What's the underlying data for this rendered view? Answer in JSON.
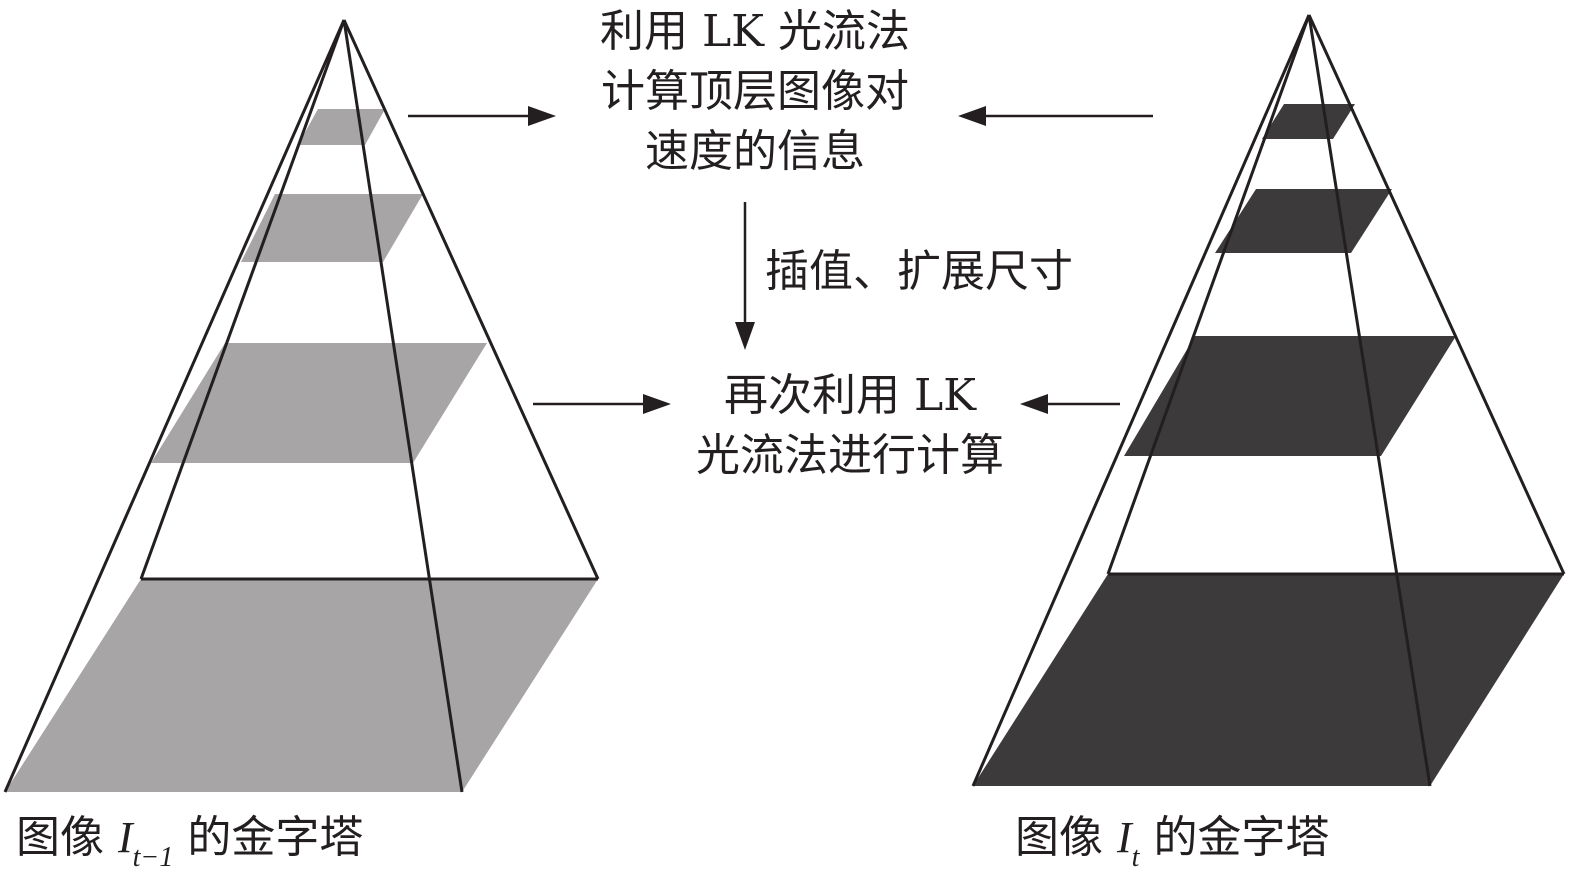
{
  "top_box": {
    "lines": [
      "利用 LK 光流法",
      "计算顶层图像对",
      "速度的信息"
    ]
  },
  "middle_label": "插值、扩展尺寸",
  "bottom_box": {
    "lines": [
      "再次利用 LK",
      "光流法进行计算"
    ]
  },
  "left_caption": {
    "prefix": "图像",
    "var": "I",
    "sub": "t−1",
    "suffix": "的金字塔"
  },
  "right_caption": {
    "prefix": "图像",
    "var": "I",
    "sub": "t",
    "suffix": "的金字塔"
  },
  "colors": {
    "left_layers": "#a7a5a6",
    "right_layers": "#3c3a3b",
    "lines": "#231f20"
  }
}
